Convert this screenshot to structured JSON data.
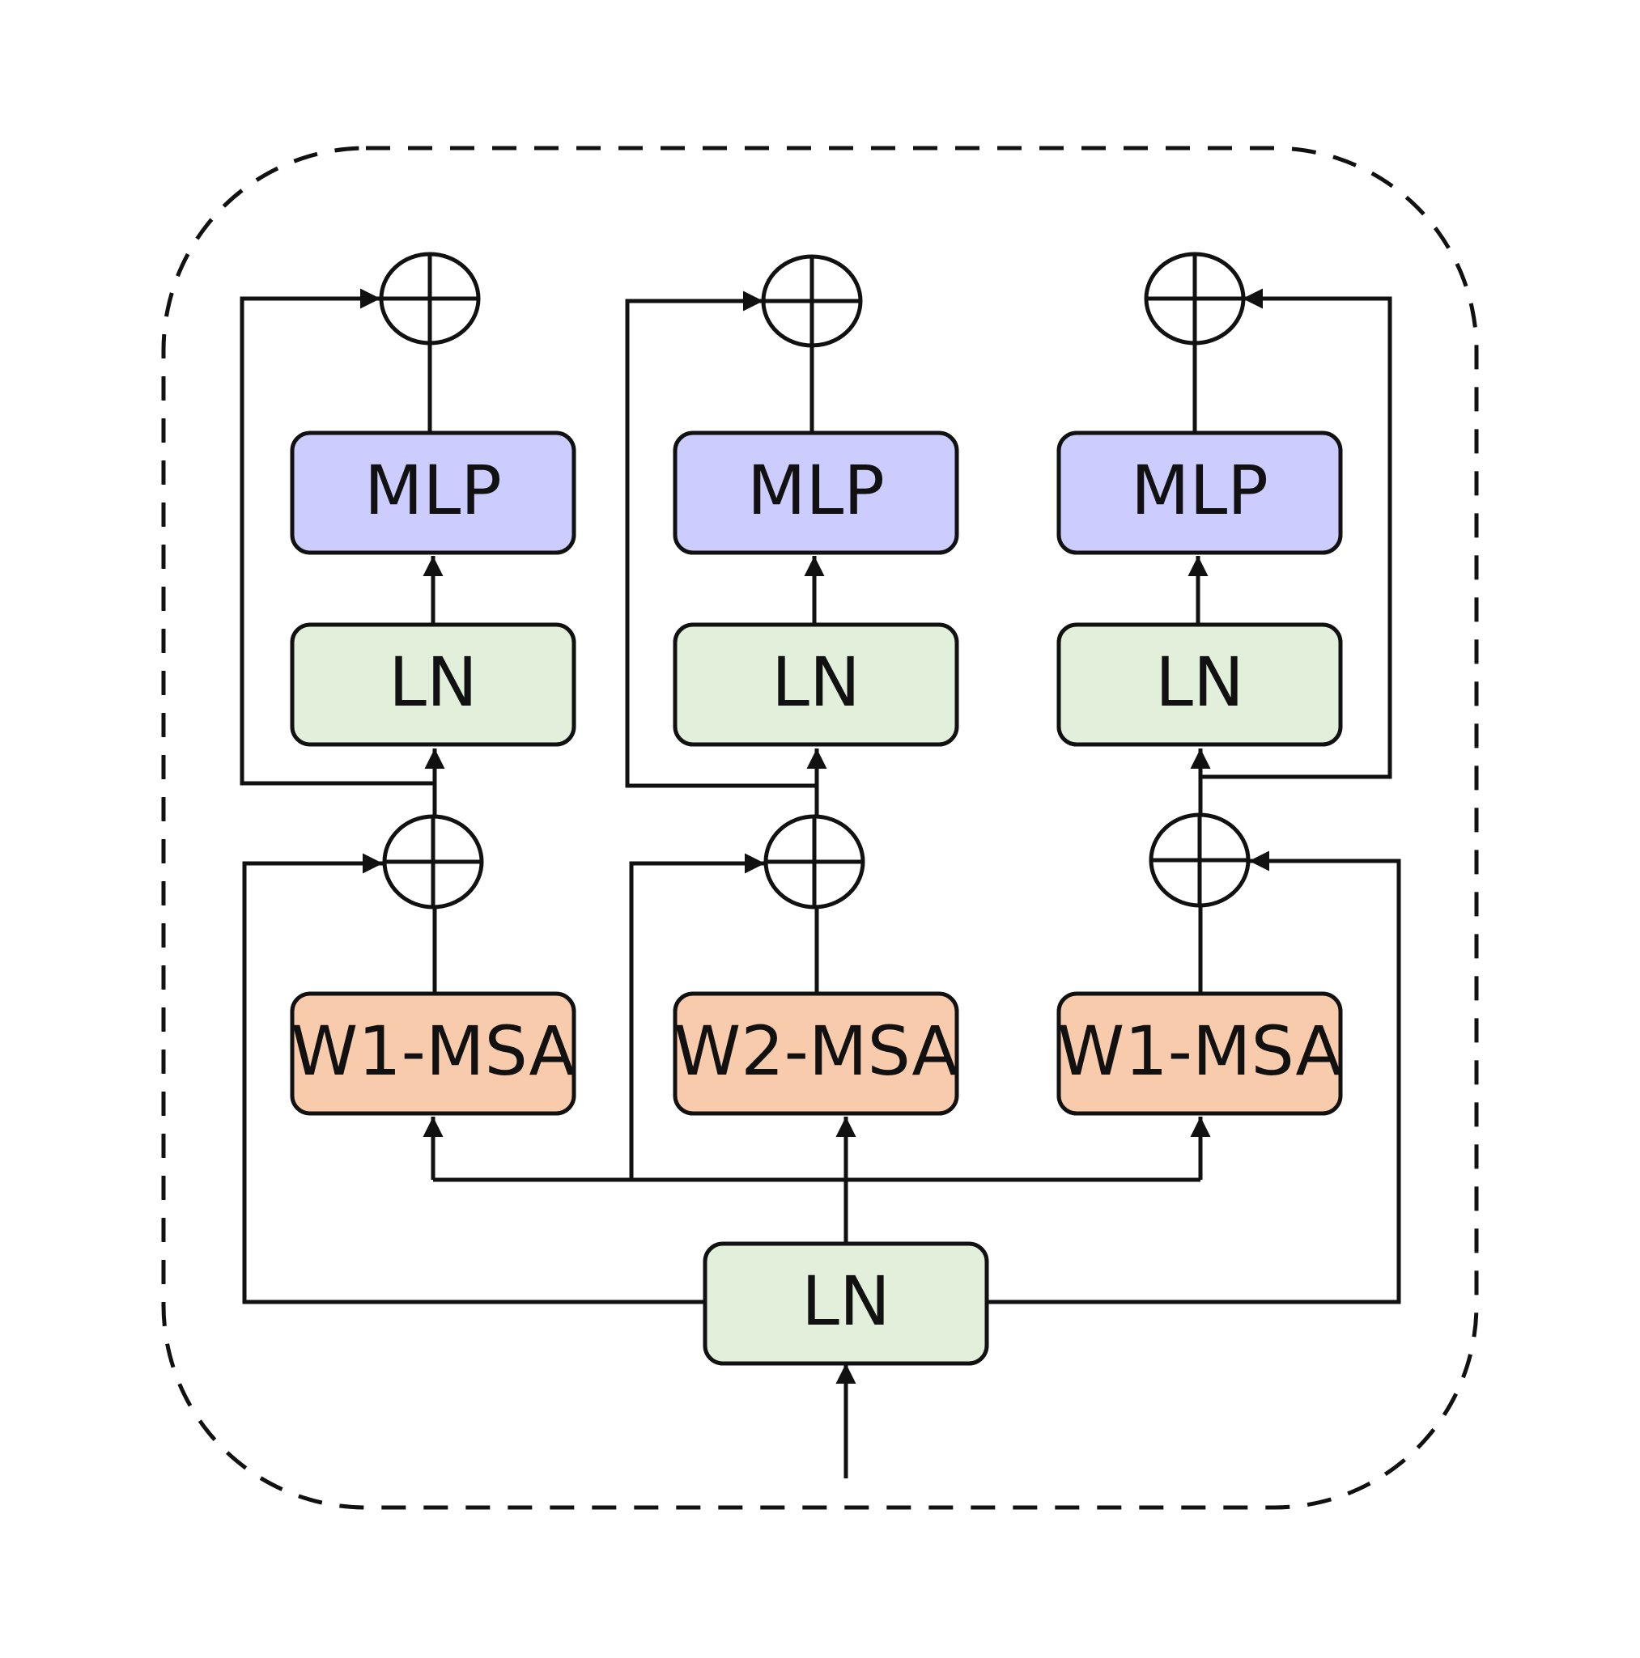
{
  "colors": {
    "mlp_fill": "#ccccff",
    "ln_fill": "#e2efda",
    "msa_fill": "#f8cbad",
    "stroke": "#111111"
  },
  "branches": [
    {
      "mlp_label": "MLP",
      "ln_label": "LN",
      "msa_label": "W1-MSA"
    },
    {
      "mlp_label": "MLP",
      "ln_label": "LN",
      "msa_label": "W2-MSA"
    },
    {
      "mlp_label": "MLP",
      "ln_label": "LN",
      "msa_label": "W1-MSA"
    }
  ],
  "input_ln_label": "LN"
}
